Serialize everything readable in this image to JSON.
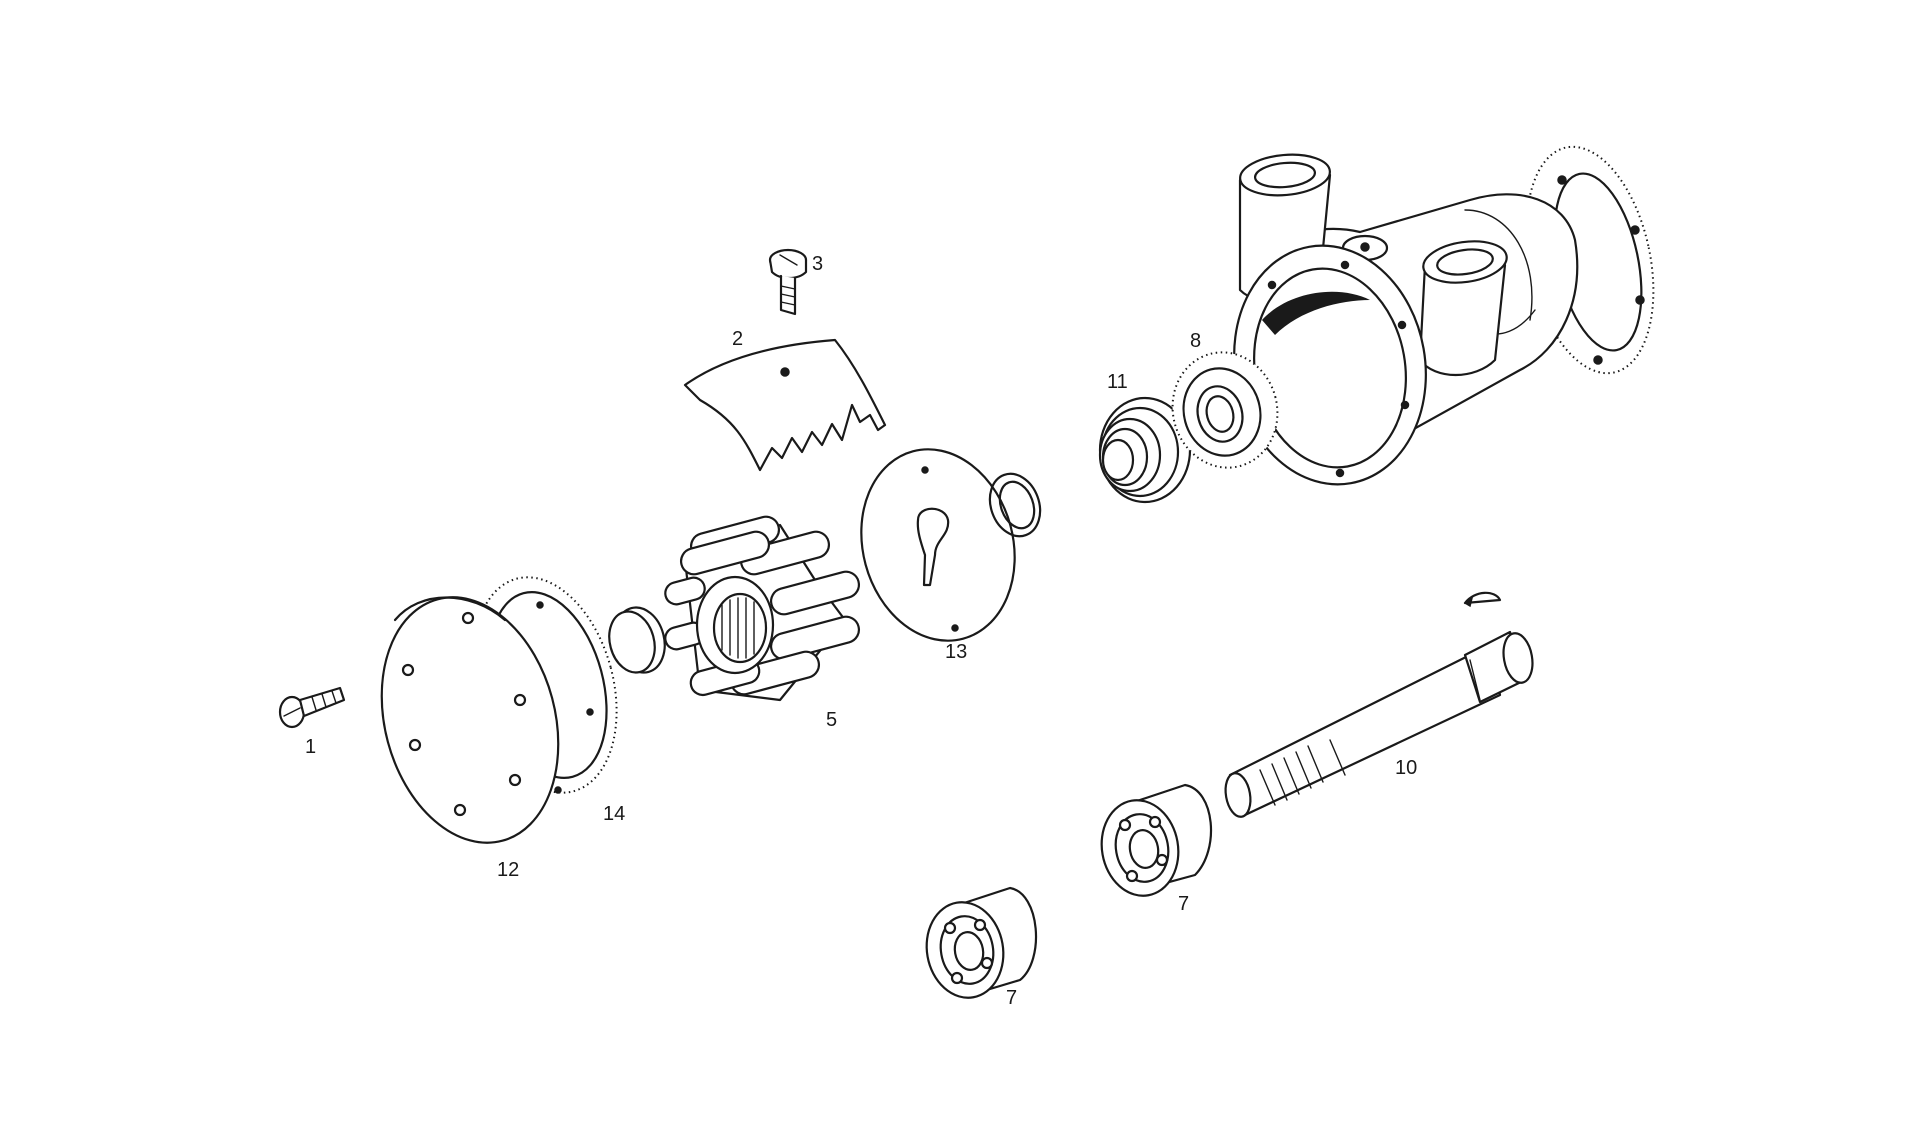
{
  "diagram": {
    "labels": {
      "screw_cover": "1",
      "cam": "2",
      "cam_screw": "3",
      "impeller": "5",
      "bearing_front": "7",
      "bearing_rear": "7",
      "seal": "8",
      "shaft": "10",
      "seal_housing": "11",
      "cover_plate": "12",
      "wear_plate": "13",
      "gasket": "14"
    }
  }
}
